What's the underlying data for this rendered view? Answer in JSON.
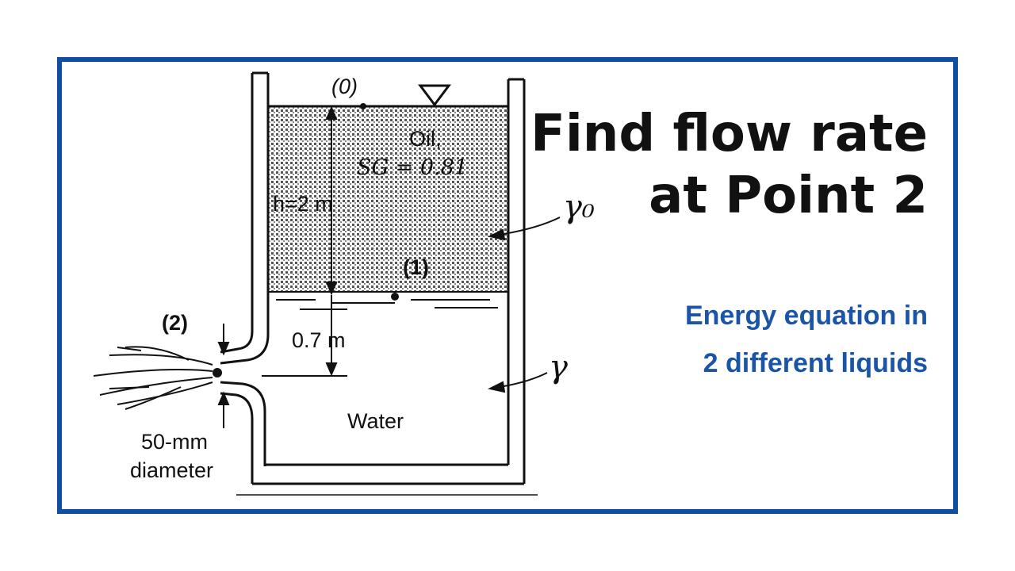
{
  "title": {
    "line1": "Find flow rate",
    "line2": "at Point 2"
  },
  "subtitle": {
    "line1": "Energy equation  in",
    "line2": "2 different liquids"
  },
  "diagram": {
    "point0_label": "(0)",
    "oil_label": "Oil,",
    "sg_label": "SG = 0.81",
    "height_label": "h=2 m",
    "point1_label": "(1)",
    "gamma0_label": "γ₀",
    "point2_label": "(2)",
    "depth_label": "0.7 m",
    "gamma_label": "γ",
    "water_label": "Water",
    "diameter_line1": "50-mm",
    "diameter_line2": "diameter"
  },
  "colors": {
    "frame": "#0f4fa3",
    "subtitle": "#1b55a8",
    "ink": "#111111"
  }
}
